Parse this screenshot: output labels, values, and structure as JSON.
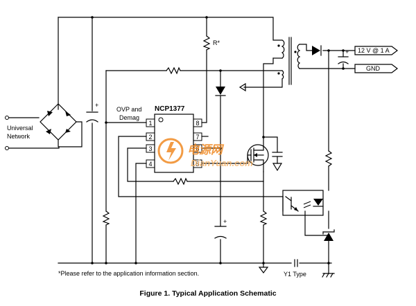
{
  "caption": "Figure 1. Typical Application Schematic",
  "footnote": "*Please refer to the application information section.",
  "chip": {
    "name": "NCP1377",
    "pins": [
      "1",
      "2",
      "3",
      "4",
      "5",
      "6",
      "7",
      "8"
    ]
  },
  "labels": {
    "input": [
      "Universal",
      "Network"
    ],
    "ovp": [
      "OVP and",
      "Demag"
    ],
    "resistor_star": "R*",
    "y1": "Y1 Type",
    "plus": "+"
  },
  "outputs": {
    "vout": "12 V @ 1 A",
    "gnd": "GND"
  },
  "watermark": {
    "cn": "电源网",
    "en": "DianYuan.com"
  },
  "colors": {
    "line": "#000000",
    "watermark": "#f08a24",
    "watermark_light": "#f6b46a"
  }
}
